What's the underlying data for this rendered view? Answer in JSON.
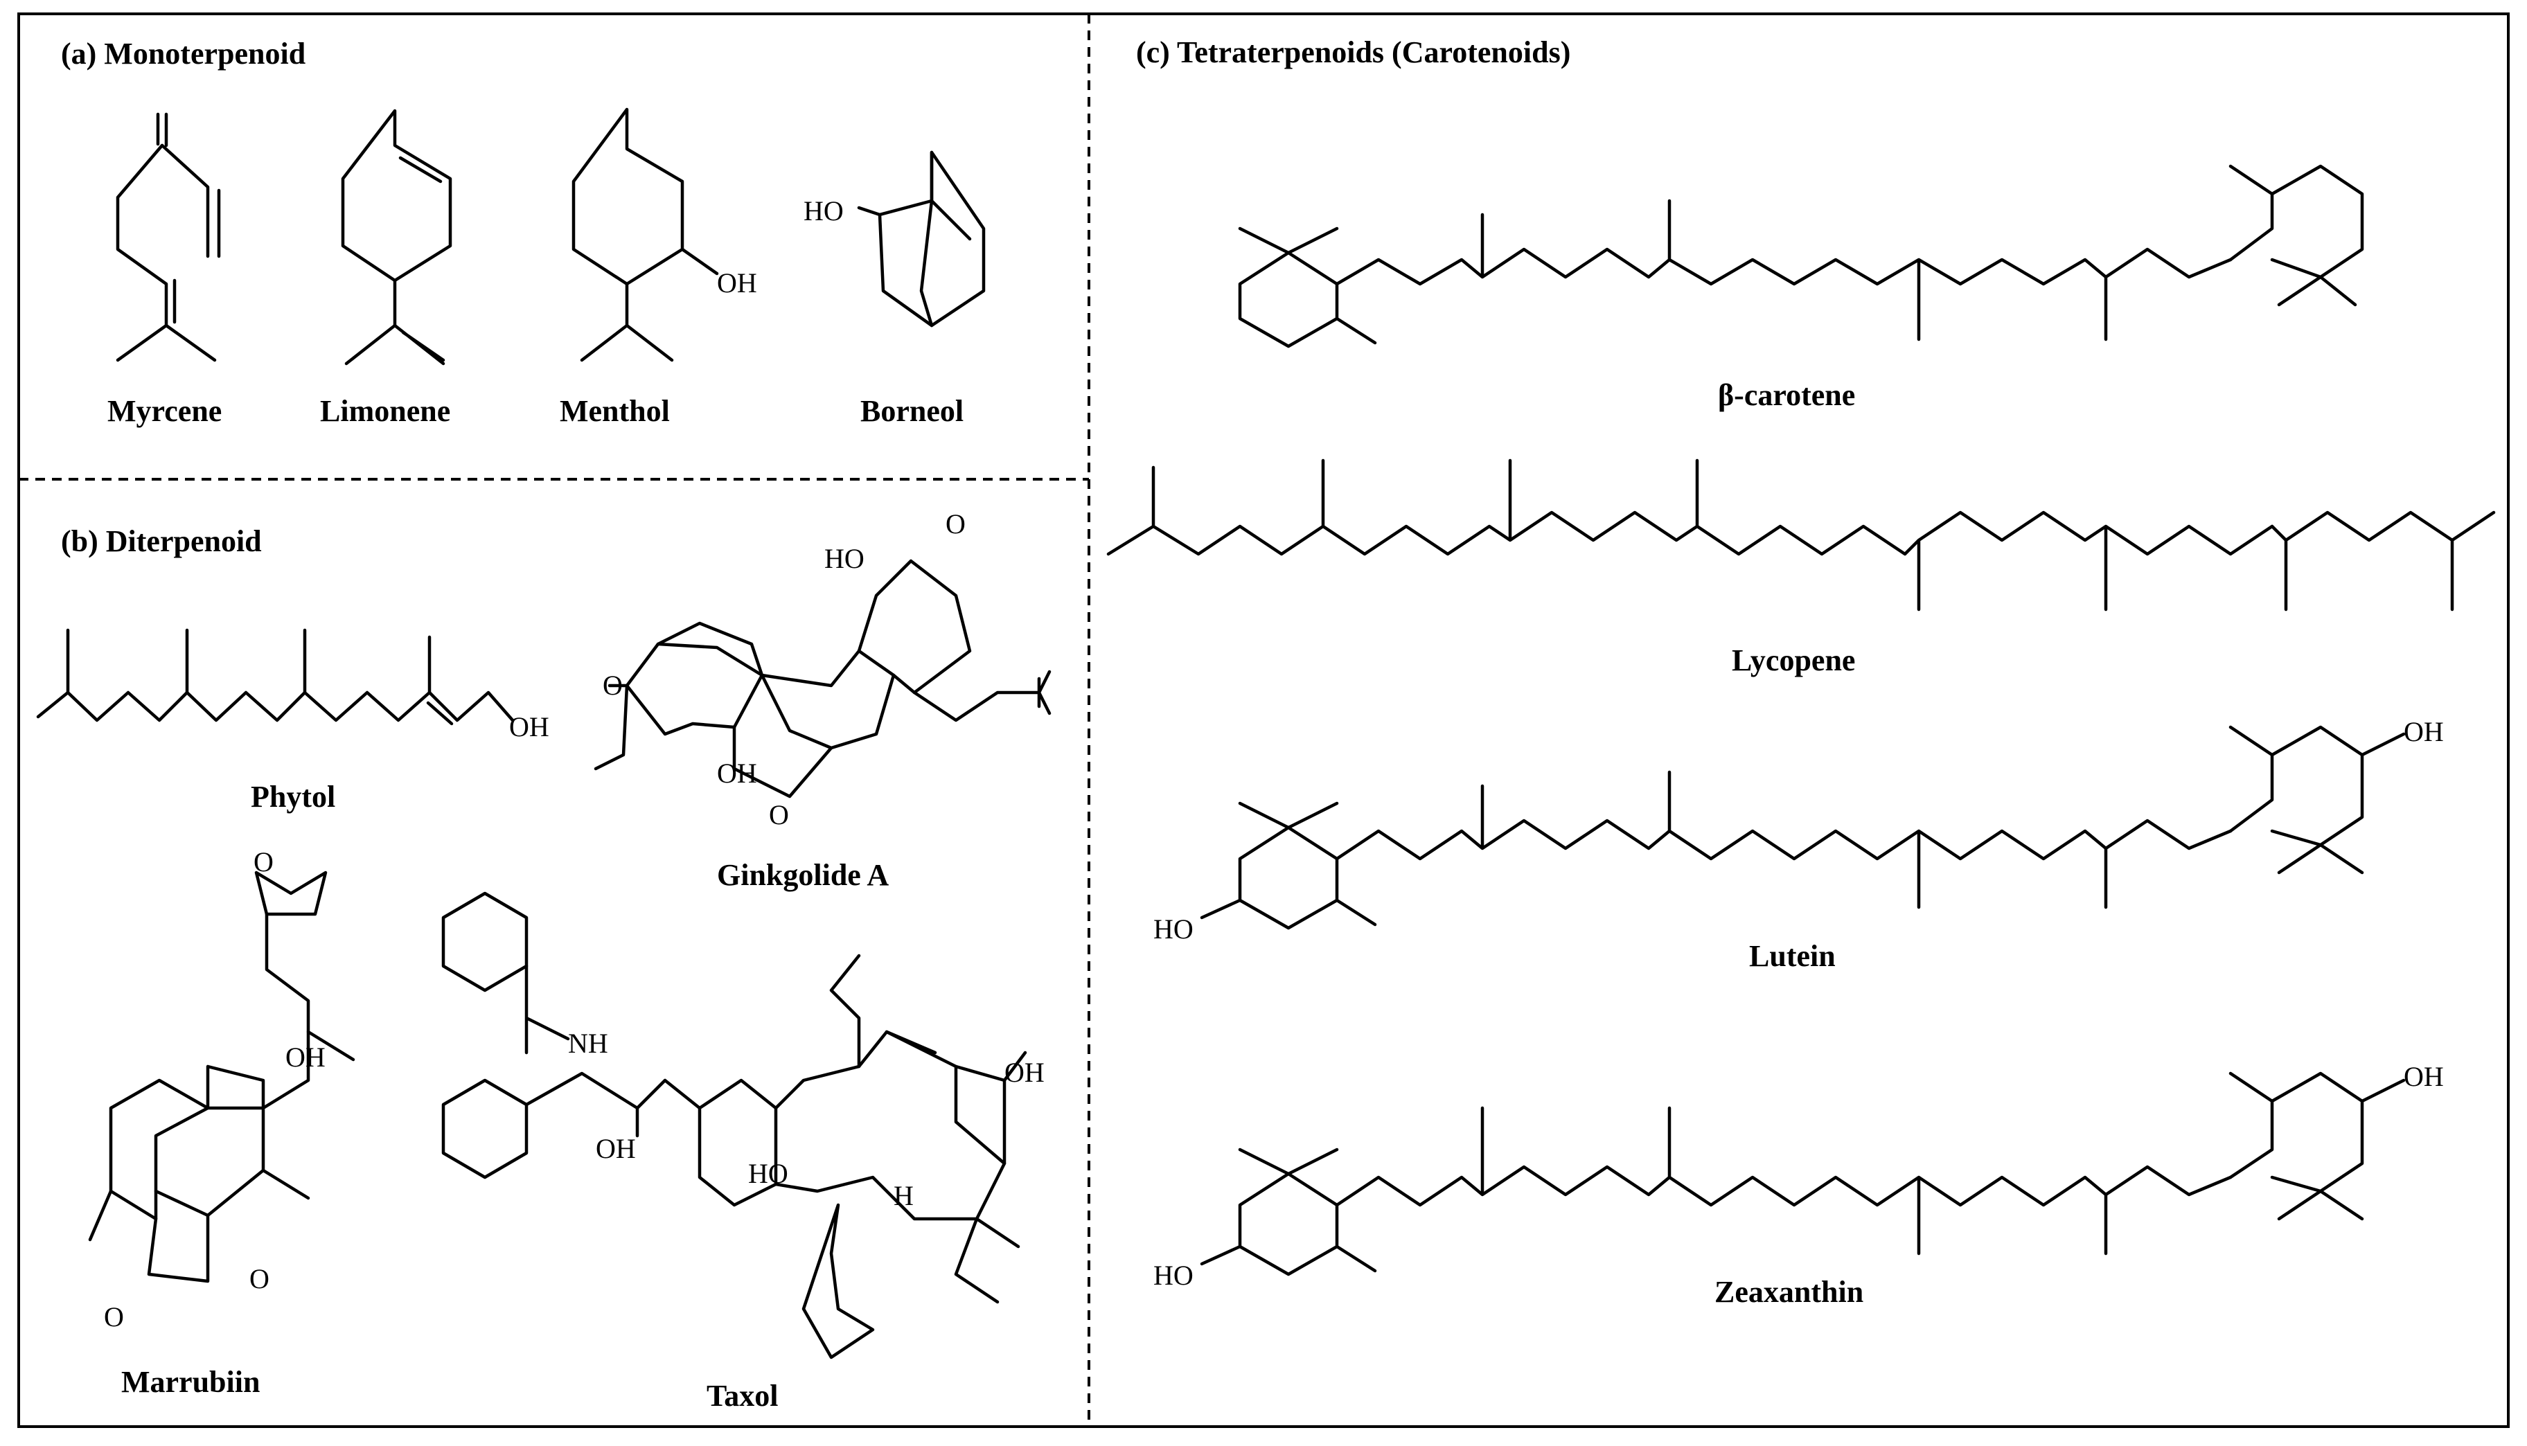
{
  "sections": {
    "a": {
      "title": "(a) Monoterpenoid",
      "compounds": [
        "Myrcene",
        "Limonene",
        "Menthol",
        "Borneol"
      ]
    },
    "b": {
      "title": "(b) Diterpenoid",
      "compounds": [
        "Phytol",
        "Ginkgolide  A",
        "Marrubiin",
        "Taxol"
      ]
    },
    "c": {
      "title": "(c) Tetraterpenoids  (Carotenoids)",
      "compounds": [
        "β-carotene",
        "Lycopene",
        "Lutein",
        "Zeaxanthin"
      ]
    }
  },
  "atom_labels": {
    "oh": "OH",
    "ho": "HO",
    "o": "O",
    "nh": "NH",
    "h": "H"
  }
}
